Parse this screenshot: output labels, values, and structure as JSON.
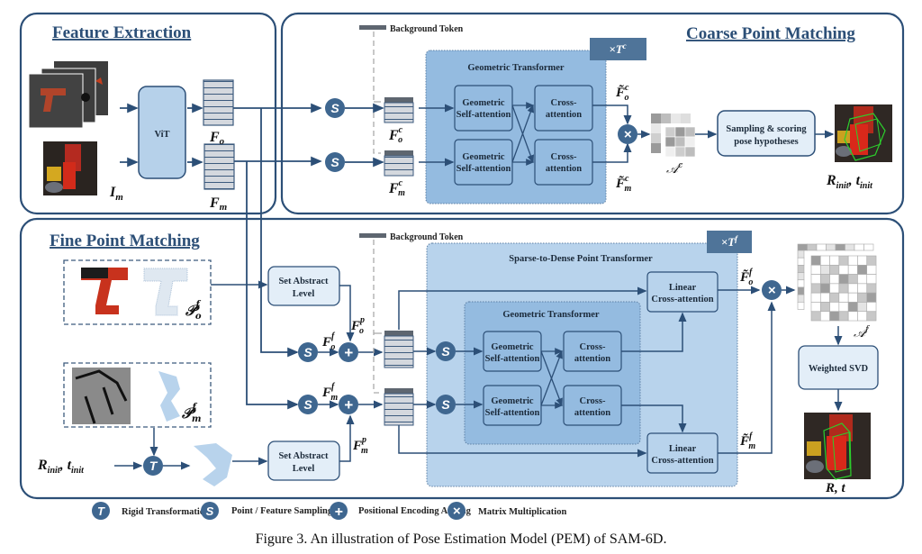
{
  "sections": {
    "feature_extraction": "Feature Extraction",
    "coarse_point_matching": "Coarse Point Matching",
    "fine_point_matching": "Fine Point Matching"
  },
  "feature_extraction": {
    "vit_label": "ViT",
    "input_image_label": "I",
    "input_image_sub": "m",
    "feat_o": "F",
    "feat_o_sub": "o",
    "feat_m": "F",
    "feat_m_sub": "m"
  },
  "coarse": {
    "background_token": "Background Token",
    "repeat_label": "×T",
    "repeat_sup": "c",
    "transformer_title": "Geometric Transformer",
    "geo_self_attn_line1": "Geometric",
    "geo_self_attn_line2": "Self-attention",
    "cross_attn_line1": "Cross-",
    "cross_attn_line2": "attention",
    "fc_o": "F",
    "fc_o_sub": "o",
    "fc_o_sup": "c",
    "fc_m": "F",
    "fc_m_sub": "m",
    "fc_m_sup": "c",
    "ft_o": "F̃",
    "ft_m": "F̃",
    "score_matrix": "𝒜",
    "score_matrix_sup": "c",
    "sampling_line1": "Sampling & scoring",
    "sampling_line2": "pose hypotheses",
    "output_R": "R",
    "output_t": "t",
    "output_sub": "init"
  },
  "fine": {
    "background_token": "Background Token",
    "repeat_label": "×T",
    "repeat_sup": "f",
    "sparse_title": "Sparse-to-Dense Point Transformer",
    "geo_transformer_title": "Geometric Transformer",
    "geo_self_attn_line1": "Geometric",
    "geo_self_attn_line2": "Self-attention",
    "cross_attn_line1": "Cross-",
    "cross_attn_line2": "attention",
    "linear_line1": "Linear",
    "linear_line2": "Cross-attention",
    "set_abstract_line1": "Set Abstract",
    "set_abstract_line2": "Level",
    "p_o": "𝒫",
    "p_o_sub": "o",
    "p_o_sup": "f",
    "p_m": "𝒫",
    "p_m_sub": "m",
    "p_m_sup": "f",
    "ff_o": "F",
    "ff_m": "F",
    "fp_o": "F",
    "fp_m": "F",
    "sup_f": "f",
    "sup_p": "p",
    "sub_o": "o",
    "sub_m": "m",
    "score_matrix": "𝒜",
    "score_matrix_sup": "f",
    "weighted_svd": "Weighted SVD",
    "init_R": "R",
    "init_t": "t",
    "init_sub": "init",
    "output_label": "R, t"
  },
  "ops": {
    "rigid": "T",
    "sampling": "S",
    "plus": "+",
    "times": "×"
  },
  "legend": [
    {
      "symbol": "T",
      "label": "Rigid Transformation"
    },
    {
      "symbol": "S",
      "label": "Point / Feature Sampling"
    },
    {
      "symbol": "+",
      "label": "Positional Encoding Adding"
    },
    {
      "symbol": "×",
      "label": "Matrix Multiplication"
    }
  ],
  "caption": "Figure 3. An illustration of Pose Estimation Model (PEM) of SAM-6D.",
  "colors": {
    "frame": "#2c4f77",
    "op_circle": "#3f6790",
    "box_light": "#e3eef8",
    "box_blue": "#b6d1ea",
    "transformer_bg": "#94bbe0",
    "sparse_bg": "#b8d3ec",
    "repeat_tag": "#4f7499"
  }
}
